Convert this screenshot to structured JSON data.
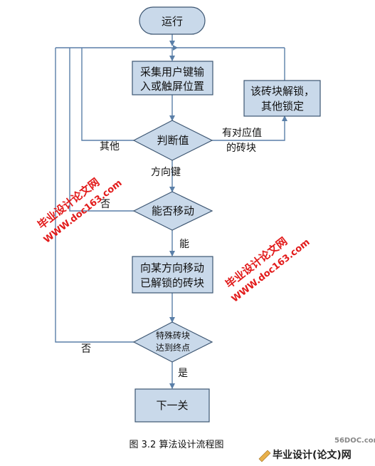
{
  "nodes": {
    "start": "运行",
    "collect_line1": "采集用户键输",
    "collect_line2": "入或触屏位置",
    "judge": "判断值",
    "unlock_line1": "该砖块解锁，",
    "unlock_line2": "其他锁定",
    "canmove": "能否移动",
    "move_line1": "向某方向移动",
    "move_line2": "已解锁的砖块",
    "special_line1": "特殊砖块",
    "special_line2": "达到终点",
    "next": "下一关"
  },
  "edges": {
    "other": "其他",
    "has_value_line1": "有对应值",
    "has_value_line2": "的砖块",
    "direction_key": "方向键",
    "no1": "否",
    "yes_can": "能",
    "no2": "否",
    "yes": "是"
  },
  "watermark": {
    "site": "毕业设计论文网",
    "url": "WWW.doc163.com"
  },
  "caption": "图 3.2  算法设计流程图",
  "logo": {
    "domain": "56DOC.com",
    "name": "毕业设计(论文)网"
  },
  "colors": {
    "box_fill": "#c9d9ea",
    "box_stroke": "#3d5672",
    "line": "#5a7fa8",
    "watermark": "#e21a1a"
  }
}
